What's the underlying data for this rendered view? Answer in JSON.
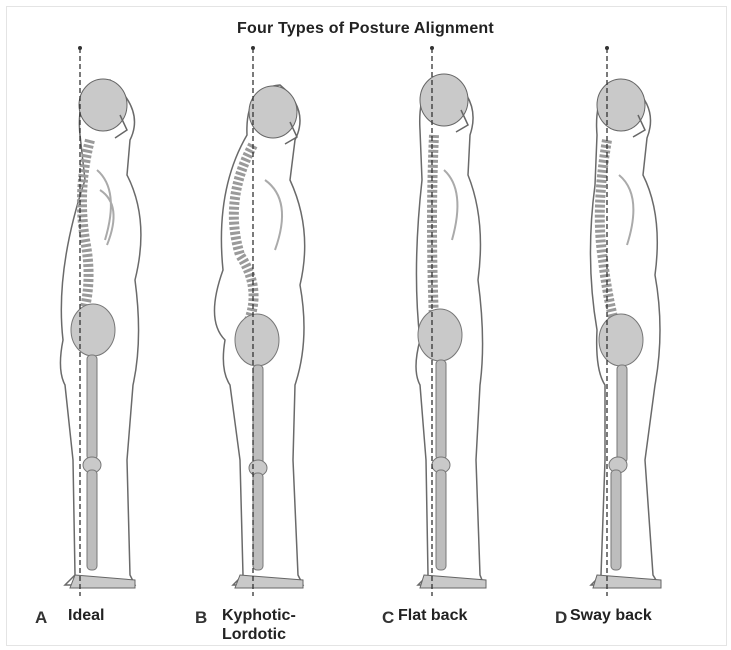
{
  "title": "Four Types of Posture Alignment",
  "colors": {
    "bone": "#c9c9c9",
    "outline": "#6a6a6a",
    "plumb": "#333333"
  },
  "figures": [
    {
      "letter": "A",
      "label_lines": [
        "Ideal"
      ]
    },
    {
      "letter": "B",
      "label_lines": [
        "Kyphotic-",
        "Lordotic"
      ]
    },
    {
      "letter": "C",
      "label_lines": [
        "Flat back"
      ]
    },
    {
      "letter": "D",
      "label_lines": [
        "Sway back"
      ]
    }
  ]
}
